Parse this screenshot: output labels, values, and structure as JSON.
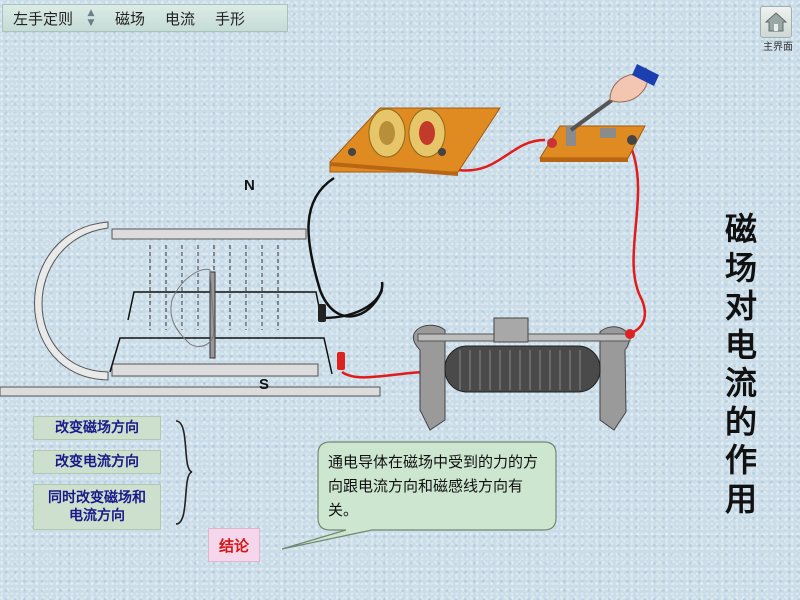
{
  "topbar": {
    "title": "左手定则",
    "items": [
      "磁场",
      "电流",
      "手形"
    ]
  },
  "home": {
    "label": "主界面"
  },
  "title_vertical": "磁场对电流的作用",
  "poles": {
    "north": "N",
    "south": "S"
  },
  "options": [
    "改变磁场方向",
    "改变电流方向",
    "同时改变磁场和电流方向"
  ],
  "callout": "通电导体在磁场中受到的力的方向跟电流方向和磁感线方向有关。",
  "conclusion_label": "结论",
  "colors": {
    "background": "#c9dce8",
    "board": "#e08a22",
    "wire_red": "#e21b1b",
    "option_fill": "#cde0ce",
    "option_text": "#1a1a8a",
    "conclusion_text": "#d21818"
  },
  "icons": [
    "home-icon",
    "up-down-arrows-icon",
    "hand-icon",
    "switch-icon",
    "rheostat-icon",
    "electromagnet-icon",
    "brace-icon"
  ]
}
